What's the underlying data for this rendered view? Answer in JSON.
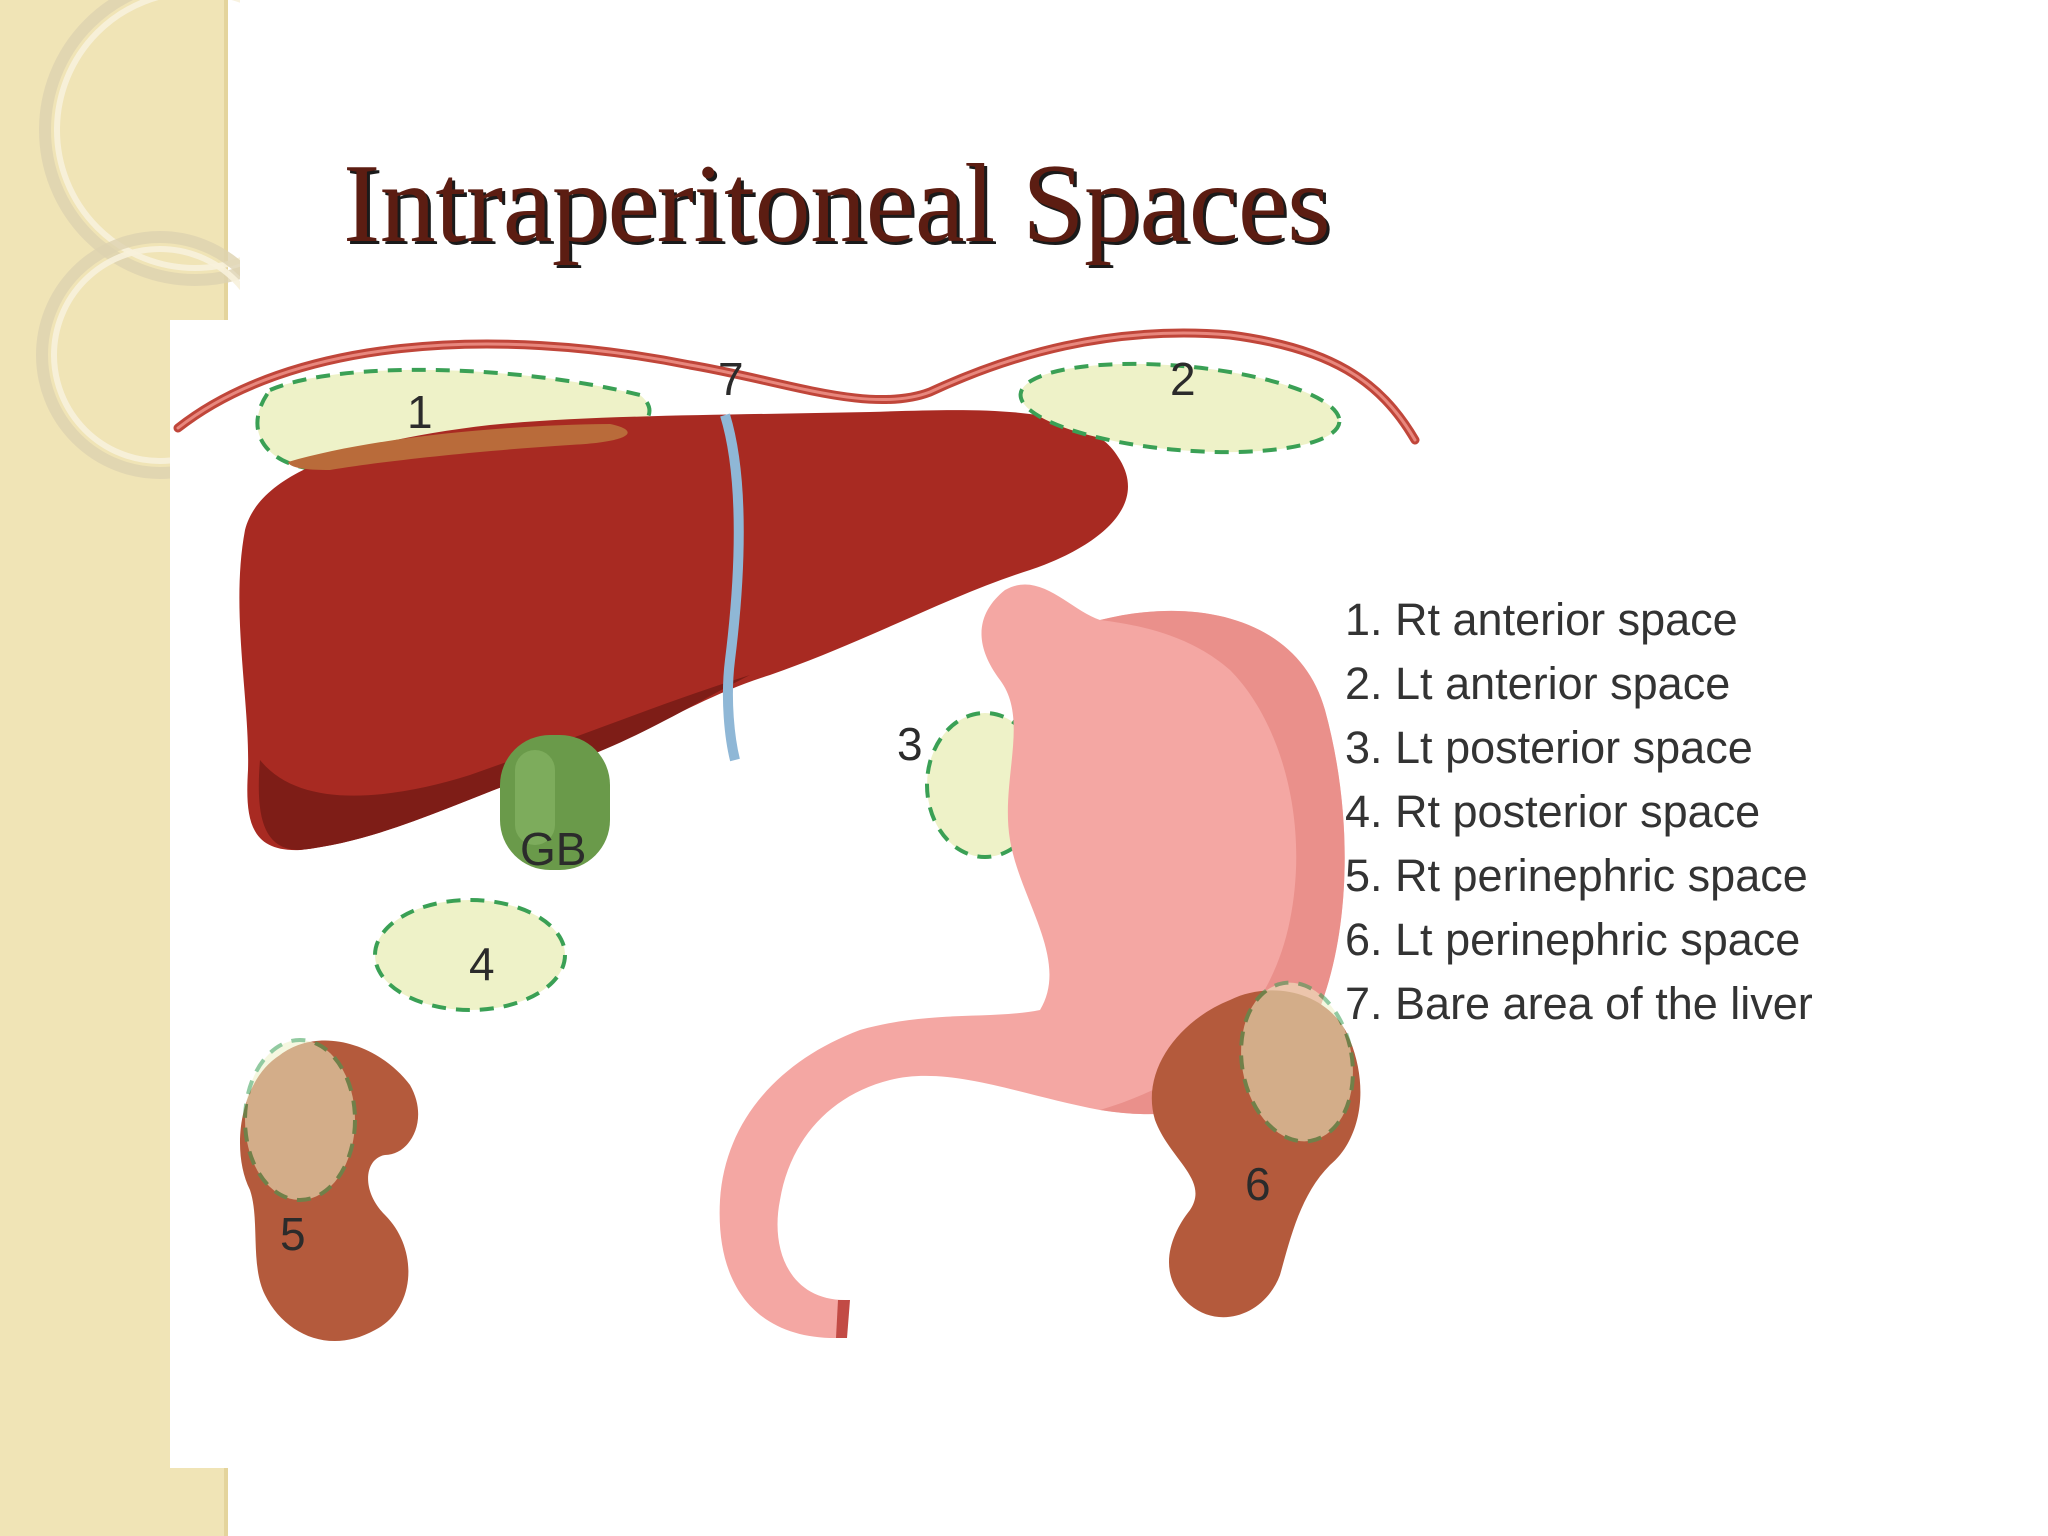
{
  "slide": {
    "title": "Intraperitoneal Spaces",
    "background_color": "#ffffff",
    "sidebar_color": "#f0e4b6",
    "title_color": "#5c1d12"
  },
  "diagram": {
    "labels": {
      "space_1": "1",
      "space_2": "2",
      "space_3": "3",
      "space_4": "4",
      "space_5": "5",
      "space_6": "6",
      "space_7": "7",
      "gallbladder": "GB"
    },
    "colors": {
      "liver": "#a82a22",
      "stomach": "#f4a7a3",
      "kidney": "#b45a3c",
      "gallbladder": "#6a9a4a",
      "diaphragm": "#c0463a",
      "bare_area": "#8fb7d6",
      "space_fill": "#eef2c8",
      "space_outline": "#3aa055"
    },
    "legend": [
      "1. Rt anterior space",
      "2. Lt anterior space",
      "3. Lt posterior space",
      "4. Rt posterior space",
      "5. Rt perinephric space",
      "6. Lt perinephric space",
      "7. Bare area of the liver"
    ]
  }
}
